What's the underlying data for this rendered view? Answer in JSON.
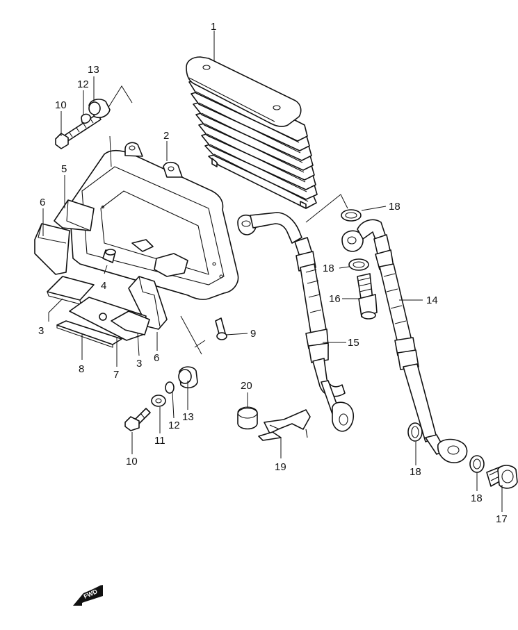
{
  "callouts": [
    {
      "id": "c1",
      "text": "1"
    },
    {
      "id": "c2",
      "text": "2"
    },
    {
      "id": "c3a",
      "text": "3"
    },
    {
      "id": "c3b",
      "text": "3"
    },
    {
      "id": "c4",
      "text": "4"
    },
    {
      "id": "c5",
      "text": "5"
    },
    {
      "id": "c6a",
      "text": "6"
    },
    {
      "id": "c6b",
      "text": "6"
    },
    {
      "id": "c7",
      "text": "7"
    },
    {
      "id": "c8",
      "text": "8"
    },
    {
      "id": "c9",
      "text": "9"
    },
    {
      "id": "c10a",
      "text": "10"
    },
    {
      "id": "c10b",
      "text": "10"
    },
    {
      "id": "c11",
      "text": "11"
    },
    {
      "id": "c12a",
      "text": "12"
    },
    {
      "id": "c12b",
      "text": "12"
    },
    {
      "id": "c13a",
      "text": "13"
    },
    {
      "id": "c13b",
      "text": "13"
    },
    {
      "id": "c14",
      "text": "14"
    },
    {
      "id": "c15",
      "text": "15"
    },
    {
      "id": "c16",
      "text": "16"
    },
    {
      "id": "c17",
      "text": "17"
    },
    {
      "id": "c18a",
      "text": "18"
    },
    {
      "id": "c18b",
      "text": "18"
    },
    {
      "id": "c18c",
      "text": "18"
    },
    {
      "id": "c18d",
      "text": "18"
    },
    {
      "id": "c19",
      "text": "19"
    },
    {
      "id": "c20",
      "text": "20"
    }
  ],
  "fwd_badge": "FWD"
}
